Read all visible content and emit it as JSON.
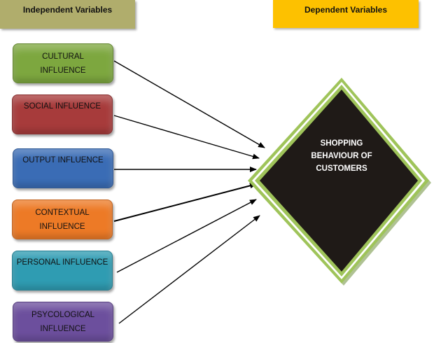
{
  "headers": {
    "left": "Independent Variables",
    "right": "Dependent Variables"
  },
  "boxes": [
    {
      "label": "CULTURAL INFLUENCE",
      "color": "#7da73f"
    },
    {
      "label": "SOCIAL INFLUENCE",
      "color": "#a73b3b"
    },
    {
      "label": "OUTPUT INFLUENCE",
      "color": "#3a6cb5"
    },
    {
      "label": "CONTEXTUAL INFLUENCE",
      "color": "#ed7a26"
    },
    {
      "label": "PERSONAL INFLUENCE",
      "color": "#2f9cb2"
    },
    {
      "label": "PSYCOLOGICAL INFLUENCE",
      "color": "#6c4f9d"
    }
  ],
  "center": {
    "label": "SHOPPING BEHAVIOUR OF CUSTOMERS",
    "fill": "#1f1a17",
    "border": "#9fc45a"
  }
}
